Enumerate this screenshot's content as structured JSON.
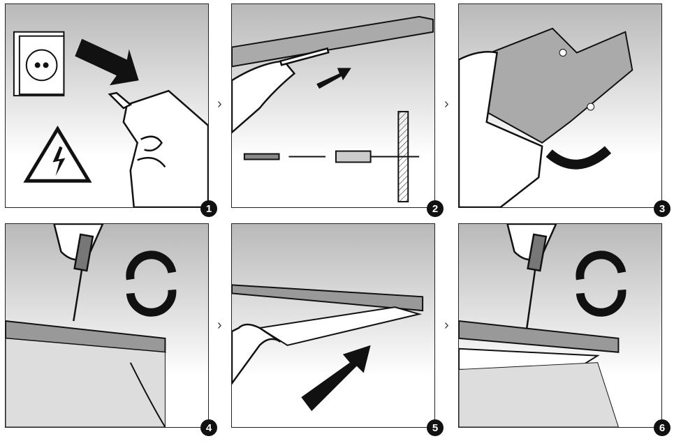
{
  "steps": [
    {
      "number": "1",
      "description_icon": "unplug-icon"
    },
    {
      "number": "2",
      "description_icon": "screw-dowel-icon"
    },
    {
      "number": "3",
      "description_icon": "remove-cover-icon"
    },
    {
      "number": "4",
      "description_icon": "screwdriver-rotate-icon"
    },
    {
      "number": "5",
      "description_icon": "insert-shelf-icon"
    },
    {
      "number": "6",
      "description_icon": "screwdriver-rotate-icon"
    }
  ],
  "separator": "›",
  "colors": {
    "ink": "#111111",
    "panel_top": "#b9b9b9",
    "panel_bottom": "#ffffff"
  }
}
